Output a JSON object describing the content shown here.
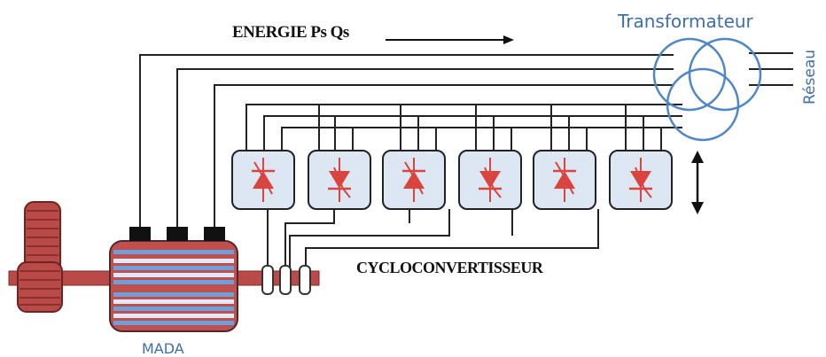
{
  "labels": {
    "energy": "ENERGIE Ps Qs",
    "transformer": "Transformateur",
    "grid": "Réseau",
    "converter": "CYCLOCONVERTISSEUR",
    "machine": "MADA"
  },
  "converter_modules": [
    {
      "thyristor_direction": "up"
    },
    {
      "thyristor_direction": "down"
    },
    {
      "thyristor_direction": "up"
    },
    {
      "thyristor_direction": "down"
    },
    {
      "thyristor_direction": "up"
    },
    {
      "thyristor_direction": "down"
    }
  ],
  "colors": {
    "label_blue": "#3f6fa8",
    "thyristor_red": "#d9453e",
    "machine_red": "#c0504d",
    "machine_blue": "#4f7fc0",
    "module_fill": "#dde6f3"
  }
}
